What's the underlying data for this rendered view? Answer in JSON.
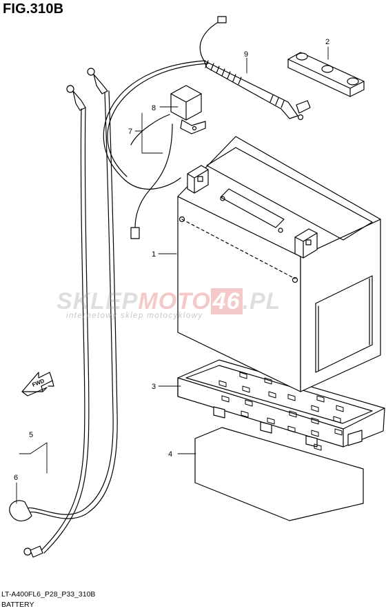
{
  "figure": {
    "title": "FIG.310B",
    "model_code": "LT-A400FL6_P28_P33_310B",
    "section_name": "BATTERY",
    "direction_marker": "FWD"
  },
  "callouts": [
    {
      "number": "1",
      "part": "battery"
    },
    {
      "number": "2",
      "part": "battery-pad"
    },
    {
      "number": "3",
      "part": "battery-tray"
    },
    {
      "number": "4",
      "part": "tray-cushion"
    },
    {
      "number": "5",
      "part": "negative-lead-upper"
    },
    {
      "number": "6",
      "part": "negative-lead-lower"
    },
    {
      "number": "7",
      "part": "relay-wire"
    },
    {
      "number": "8",
      "part": "starter-relay"
    },
    {
      "number": "9",
      "part": "positive-lead"
    }
  ],
  "watermark": {
    "brand_a": "SKLEP",
    "brand_b": "MOTO",
    "brand_c": "46",
    "brand_d": ".PL",
    "tagline": "internetowy sklep motocyklowy"
  },
  "colors": {
    "line": "#000000",
    "watermark_red": "#e05a5a",
    "watermark_grey": "#9a9a9a"
  }
}
